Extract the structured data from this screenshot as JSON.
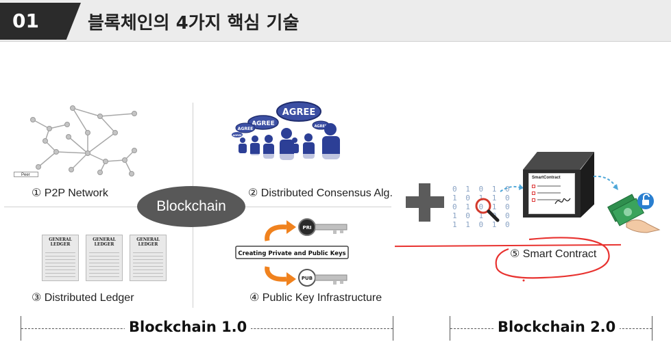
{
  "header": {
    "number": "01",
    "title": "블록체인의 4가지 핵심 기술"
  },
  "center": {
    "oval_label": "Blockchain"
  },
  "quadrants": [
    {
      "label": "① P2P Network",
      "legend": "Peer"
    },
    {
      "label": "② Distributed Consensus Alg.",
      "bubbles": [
        "AGREE",
        "AGREE",
        "AGREE",
        "AGREE",
        "AGREE"
      ]
    },
    {
      "label": "③ Distributed Ledger",
      "ledger_title": "GENERAL LEDGER"
    },
    {
      "label": "④ Public Key Infrastructure",
      "key_private": "PRI",
      "key_public": "PUB",
      "key_caption": "Creating Private and Public Keys"
    }
  ],
  "smart_contract": {
    "label": "⑤ Smart Contract",
    "doc_title": "SmartContract",
    "binary": [
      "0 1 0 1 0",
      "1 0 1 1 0",
      "0 1 0 1 0",
      "1 0 1 0 0",
      "1 1 0 1 0"
    ]
  },
  "eras": {
    "v1": "Blockchain 1.0",
    "v2": "Blockchain 2.0"
  },
  "colors": {
    "header_bg": "#ececec",
    "badge_bg": "#2b2b2b",
    "oval_bg": "#585858",
    "arrow_orange": "#f0821e",
    "annotation_red": "#e8322f",
    "bubble_blue": "#3c4fa3"
  }
}
